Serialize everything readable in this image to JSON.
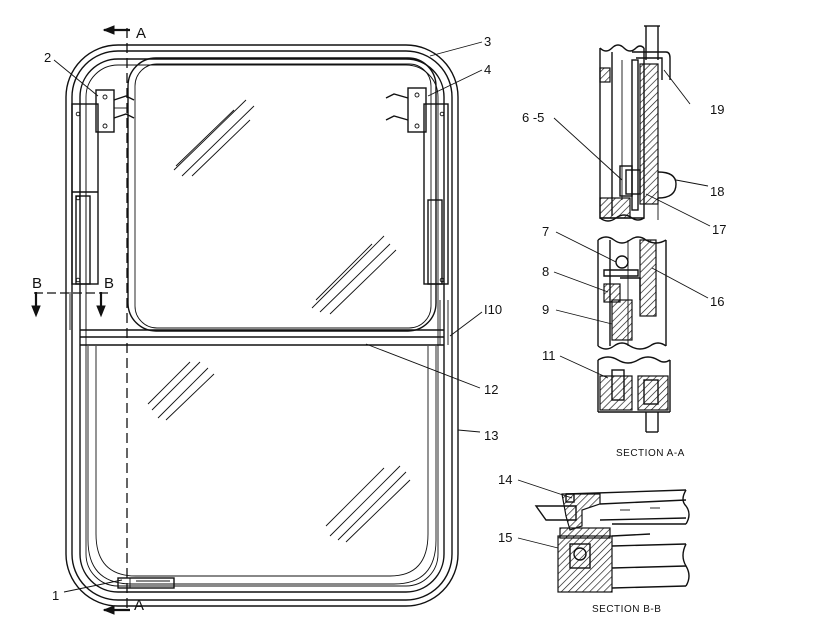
{
  "section_markers": {
    "a_top": "A",
    "a_bottom": "A",
    "b_left": "B",
    "b_right": "B"
  },
  "callouts": {
    "c1": "1",
    "c2": "2",
    "c3": "3",
    "c4": "4",
    "c5": "6 -5",
    "c7": "7",
    "c8": "8",
    "c9": "9",
    "c10": "I10",
    "c11": "11",
    "c12": "12",
    "c13": "13",
    "c14": "14",
    "c15": "15",
    "c16": "16",
    "c17": "17",
    "c18": "18",
    "c19": "19"
  },
  "captions": {
    "section_aa": "SECTION A-A",
    "section_bb": "SECTION  B-B"
  }
}
